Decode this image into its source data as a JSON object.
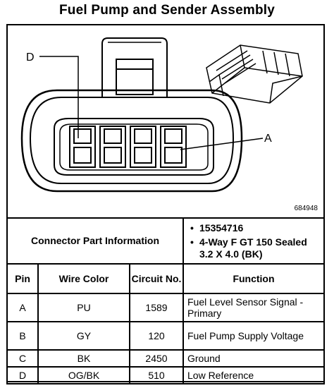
{
  "title": "Fuel Pump and Sender Assembly",
  "figure_number": "684948",
  "callouts": {
    "d": "D",
    "a": "A"
  },
  "connector_info": {
    "label": "Connector Part Information",
    "items": [
      "15354716",
      "4-Way F GT 150 Sealed 3.2 X 4.0 (BK)"
    ]
  },
  "columns": {
    "pin": "Pin",
    "wire_color": "Wire Color",
    "circuit": "Circuit No.",
    "function": "Function"
  },
  "rows": [
    {
      "pin": "A",
      "wire_color": "PU",
      "circuit": "1589",
      "function": "Fuel Level Sensor Signal - Primary"
    },
    {
      "pin": "B",
      "wire_color": "GY",
      "circuit": "120",
      "function": "Fuel Pump Supply Voltage"
    },
    {
      "pin": "C",
      "wire_color": "BK",
      "circuit": "2450",
      "function": "Ground"
    },
    {
      "pin": "D",
      "wire_color": "OG/BK",
      "circuit": "510",
      "function": "Low Reference"
    }
  ]
}
